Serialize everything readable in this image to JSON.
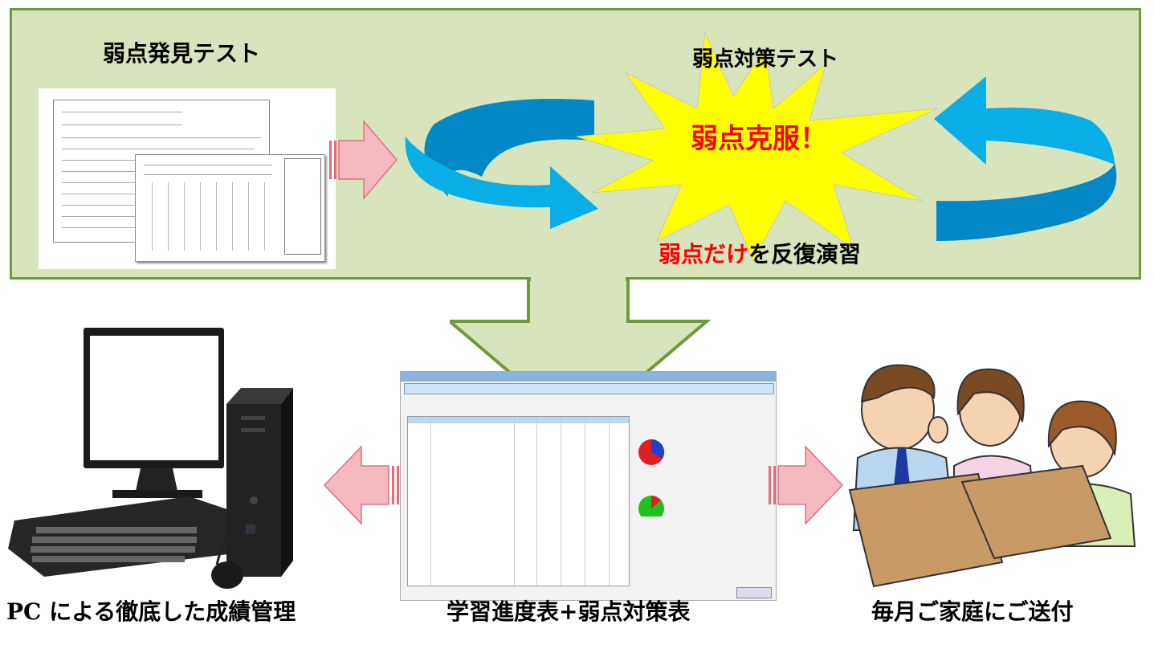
{
  "top_panel": {
    "left_title": "弱点発見テスト",
    "right_title": "弱点対策テスト",
    "burst_text": "弱点克服！",
    "repeat_red": "弱点だけ",
    "repeat_black": "を反復演習"
  },
  "captions": {
    "left": "PC による徹底した成績管理",
    "center": "学習進度表+弱点対策表",
    "right": "毎月ご家庭にご送付"
  },
  "colors": {
    "panel_fill": "#d8e4bc",
    "panel_border": "#6e9a3a",
    "cycle_arrow": "#00a0e0",
    "burst_fill": "#ffff00",
    "pink_arrow": "#f4b8c0",
    "emphasis_red": "#ff0000"
  }
}
